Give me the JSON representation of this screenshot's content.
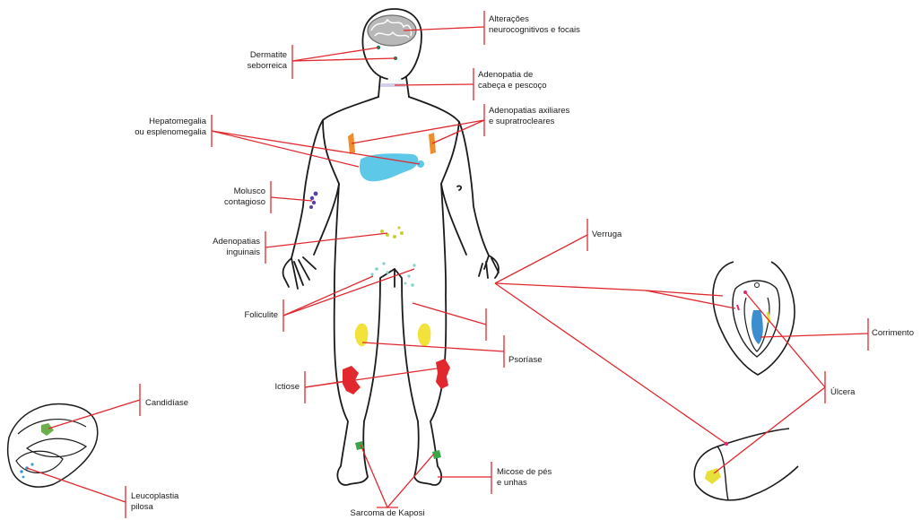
{
  "labels": {
    "alteracoes": [
      "Alterações",
      "neurocognitivos e focais"
    ],
    "dermatite": [
      "Dermatite",
      "seborreica"
    ],
    "adeno_cabeca": [
      "Adenopatia de",
      "cabeça e pescoço"
    ],
    "adeno_axilares": [
      "Adenopatias axiliares",
      "e supratrocleares"
    ],
    "hepato": [
      "Hepatomegalia",
      "ou esplenomegalia"
    ],
    "molusco": [
      "Molusco",
      "contagioso"
    ],
    "adeno_inguinais": [
      "Adenopatias",
      "inguinais"
    ],
    "verruga": "Verruga",
    "foliculite": "Foliculite",
    "corrimento": "Corrimento",
    "psoriase": "Psoríase",
    "ictiose": "Ictiose",
    "ulcera": "Úlcera",
    "candidiase": "Candidíase",
    "leucoplastia": [
      "Leucoplastia",
      "pilosa"
    ],
    "micose": [
      "Micose de pés",
      "e unhas"
    ],
    "sarcoma": "Sarcoma de Kaposi"
  },
  "colors": {
    "line": "#e0282e",
    "outline": "#1a1a1a",
    "brain": "#9a9a9a",
    "liver": "#5ec8e8",
    "molluscum": "#5a3fa0",
    "lymph_orange": "#f28c28",
    "inguinal": "#c9cf3a",
    "folliculitis": "#7fd3c9",
    "psoriasis": "#f2e23a",
    "ichthyosis": "#e0282e",
    "kaposi": "#3aa64a",
    "discharge": "#3b8fd0",
    "ulcer_pink": "#e0287a",
    "ulcer_yellow": "#e6e03a",
    "candida": "#6ab04c",
    "leucoplakia": "#3b9bd0",
    "dermatitis": "#1e7a5a"
  }
}
